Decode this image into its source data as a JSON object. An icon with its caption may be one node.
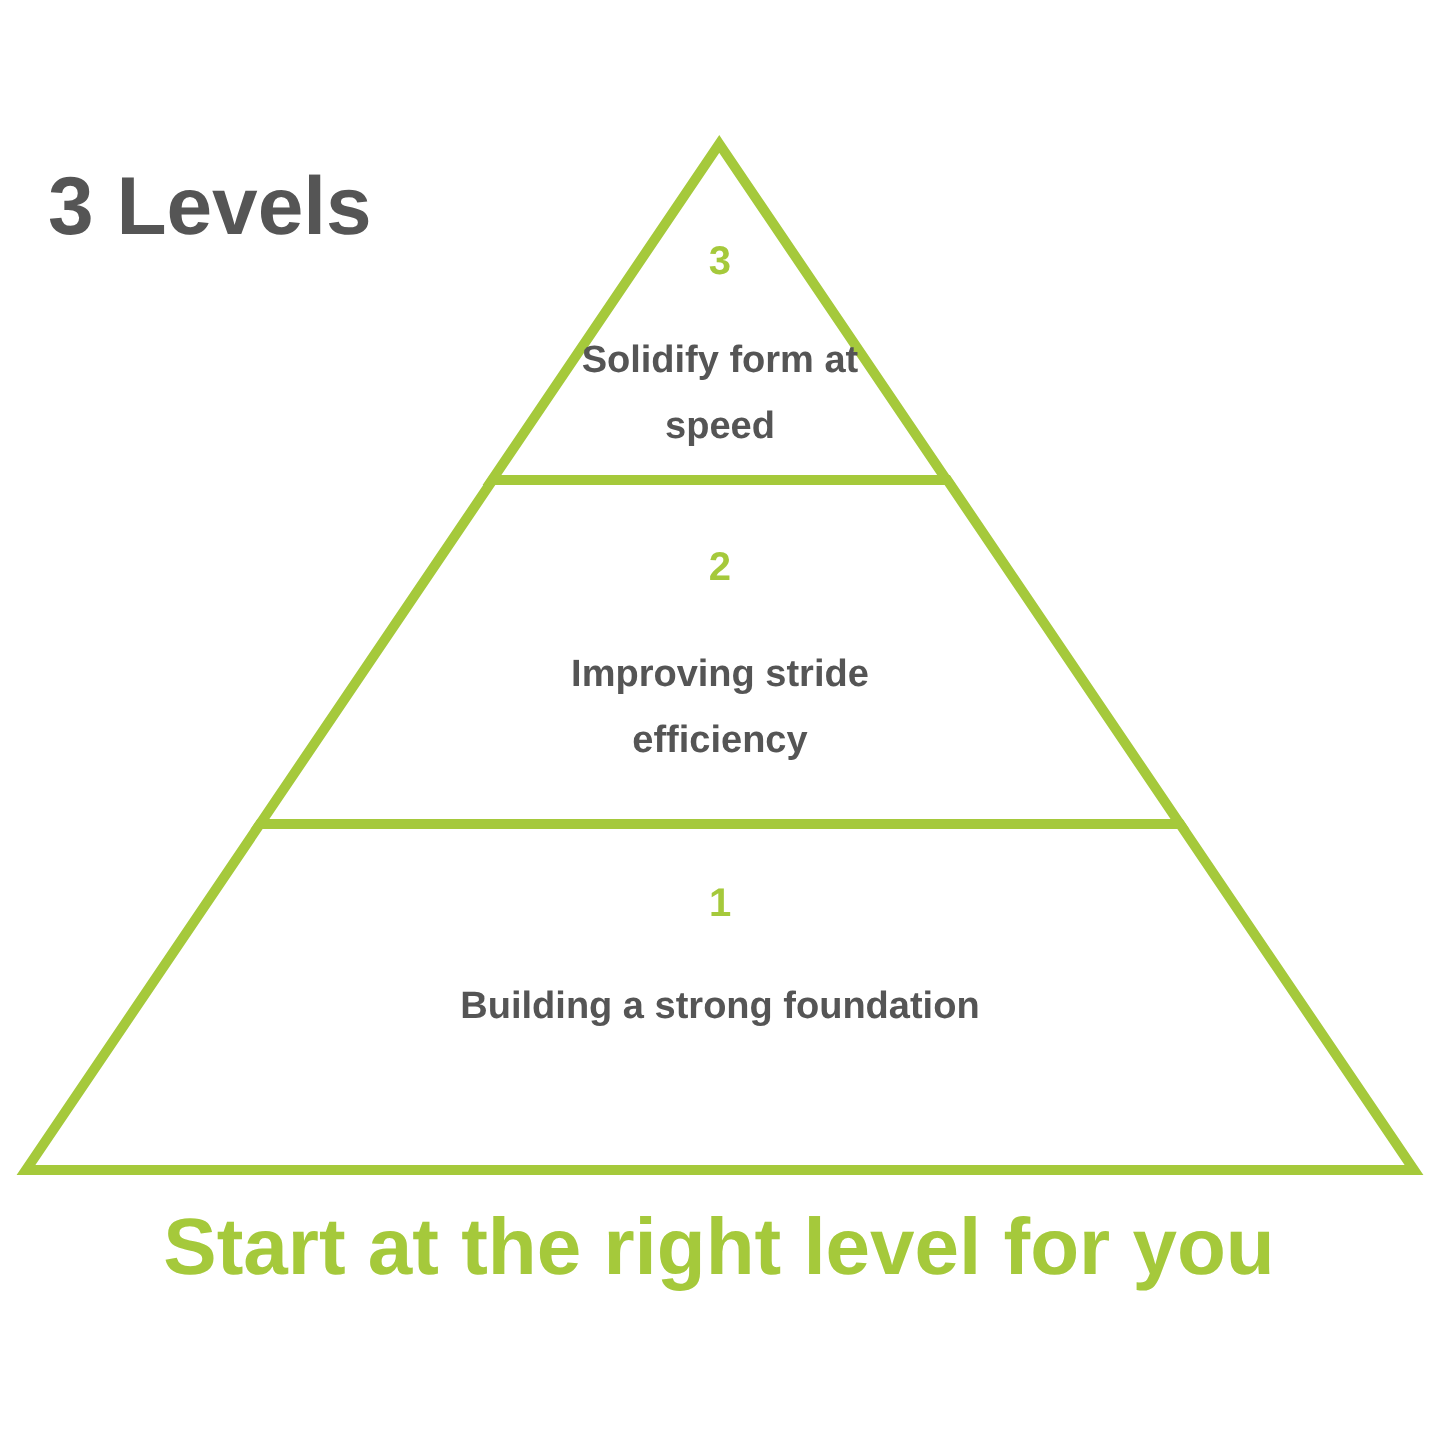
{
  "diagram": {
    "title": "3 Levels",
    "caption": "Start at the right level for you",
    "nodes": [
      {
        "text": [
          "3",
          "Solidify form at speed"
        ]
      },
      {
        "text": [
          "2",
          "Improving stride efficiency"
        ]
      },
      {
        "text": [
          "1",
          "Building a strong foundation"
        ]
      }
    ]
  }
}
